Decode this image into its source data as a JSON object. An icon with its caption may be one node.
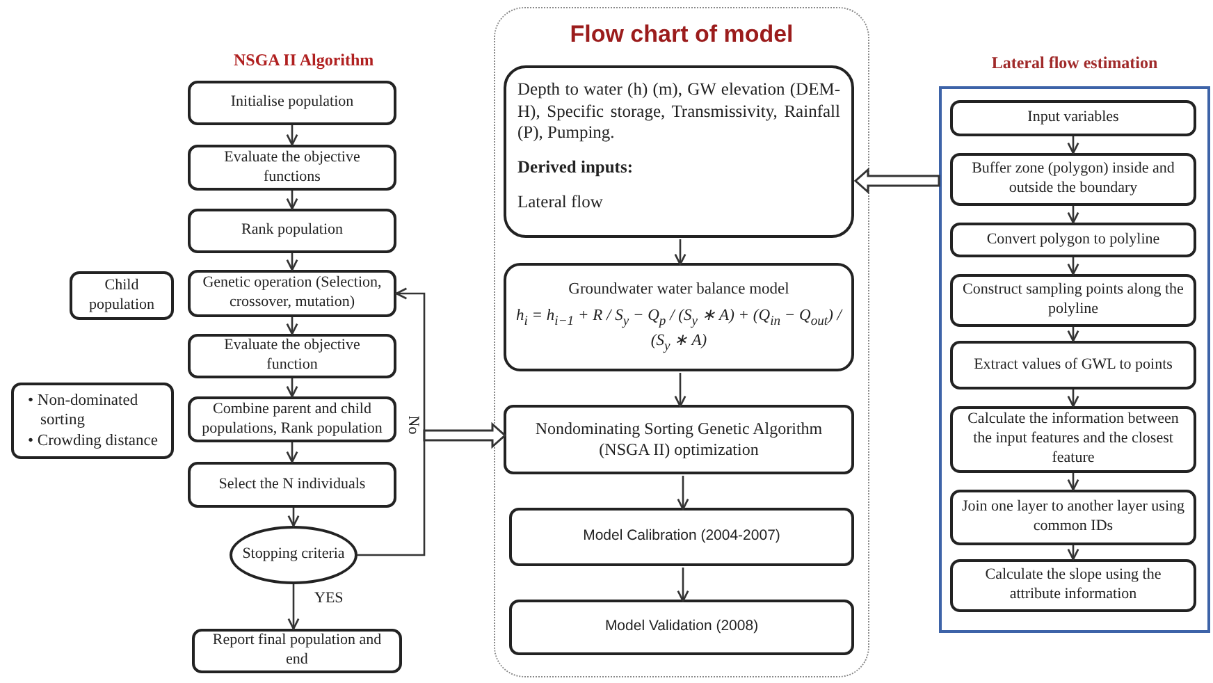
{
  "diagram": {
    "nodes": [
      {
        "text": [
          "Flow chart of model"
        ]
      },
      {
        "text": [
          "Depth to water (h) (m), GW elevation (DEM-H), Specific storage, Transmissivity, Rainfall (P), Pumping.",
          "Derived inputs:",
          "Lateral flow"
        ],
        "in": 0
      },
      {
        "text": [
          "Groundwater water balance model",
          "h$_{i}$ = h$_{i−1}$ + R / S$_{y}$ − Q$_{p}$ / (S$_{y}$ ∗ A) + (Q$_{in}$ − Q$_{out}$) / (S$_{y}$ ∗ A)"
        ],
        "in": 0
      },
      {
        "text": [
          "Nondominating Sorting Genetic Algorithm (NSGA II) optimization"
        ],
        "in": 0
      },
      {
        "text": [
          "Model Calibration (2004-2007)"
        ],
        "in": 0
      },
      {
        "text": [
          "Model Validation (2008)"
        ],
        "in": 0
      },
      {
        "text": [
          "Initialise population"
        ]
      },
      {
        "text": [
          "Evaluate the objective functions"
        ]
      },
      {
        "text": [
          "Rank population"
        ]
      },
      {
        "text": [
          "Genetic operation (Selection, crossover, mutation)"
        ]
      },
      {
        "text": [
          "Evaluate the objective function"
        ]
      },
      {
        "text": [
          "Combine parent and child populations, Rank population"
        ]
      },
      {
        "text": [
          "Select the N individuals"
        ]
      },
      {
        "text": [
          "Stopping criteria"
        ]
      },
      {
        "text": [
          "Report final population and end"
        ]
      },
      {
        "text": [
          "Child population"
        ]
      },
      {
        "text": [
          "• Non-dominated sorting",
          "• Crowding distance"
        ]
      },
      {
        "text": [
          "Lateral flow estimation"
        ]
      },
      {
        "text": [
          "Input variables"
        ],
        "in": 17
      },
      {
        "text": [
          "Buffer zone (polygon) inside and outside the boundary"
        ],
        "in": 17
      },
      {
        "text": [
          "Convert polygon to polyline"
        ],
        "in": 17
      },
      {
        "text": [
          "Construct sampling points along the polyline"
        ],
        "in": 17
      },
      {
        "text": [
          "Extract values of GWL to points"
        ],
        "in": 17
      },
      {
        "text": [
          "Calculate the information between the input features and the closest feature"
        ],
        "in": 17
      },
      {
        "text": [
          "Join one layer to another layer using common IDs"
        ],
        "in": 17
      },
      {
        "text": [
          "Calculate the slope using the attribute information"
        ],
        "in": 17
      }
    ],
    "edges": [
      {
        "from": 1,
        "to": 2,
        "arrow": "to"
      },
      {
        "from": 2,
        "to": 3,
        "arrow": "to"
      },
      {
        "from": 3,
        "to": 4,
        "arrow": "to"
      },
      {
        "from": 4,
        "to": 5,
        "arrow": "to"
      },
      {
        "from": 6,
        "to": 7,
        "arrow": "to"
      },
      {
        "from": 7,
        "to": 8,
        "arrow": "to"
      },
      {
        "from": 8,
        "to": 9,
        "arrow": "to"
      },
      {
        "from": 9,
        "to": 10,
        "arrow": "to"
      },
      {
        "from": 10,
        "to": 11,
        "arrow": "to"
      },
      {
        "from": 11,
        "to": 12,
        "arrow": "to"
      },
      {
        "from": 12,
        "to": 13,
        "arrow": "to"
      },
      {
        "from": 13,
        "to": 14,
        "arrow": "to",
        "label": "YES"
      },
      {
        "from": 13,
        "to": 9,
        "arrow": "to",
        "label": "No"
      },
      {
        "from": null,
        "to": 3,
        "arrow": "to",
        "style": "thick"
      },
      {
        "from": 17,
        "to": 1,
        "arrow": "to",
        "style": "thick"
      },
      {
        "from": 18,
        "to": 19,
        "arrow": "to"
      },
      {
        "from": 19,
        "to": 20,
        "arrow": "to"
      },
      {
        "from": 20,
        "to": 21,
        "arrow": "to"
      },
      {
        "from": 21,
        "to": 22,
        "arrow": "to"
      },
      {
        "from": 22,
        "to": 23,
        "arrow": "to"
      },
      {
        "from": 23,
        "to": 24,
        "arrow": "to"
      },
      {
        "from": 24,
        "to": 25,
        "arrow": "to"
      }
    ],
    "labels": [
      "NSGA II Algorithm"
    ]
  }
}
